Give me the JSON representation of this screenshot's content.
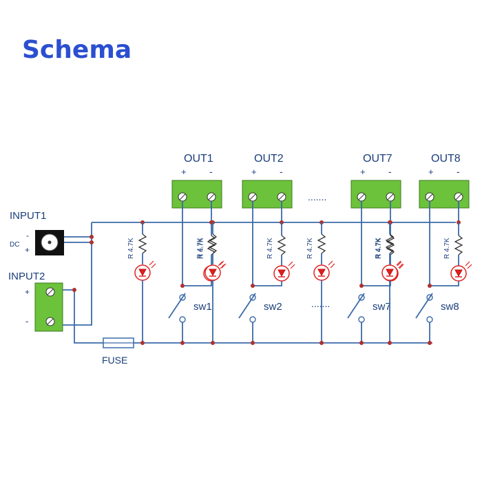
{
  "title": "Schema",
  "colors": {
    "title": "#2b4fd0",
    "wire": "#3a6aa8",
    "junction": "#b03030",
    "terminal": "#6cc23a",
    "led": "#e02020",
    "label": "#1a3d7a"
  },
  "inputs": {
    "input1_label": "INPUT1",
    "input1_type": "DC",
    "input1_minus": "-",
    "input1_plus": "+",
    "input2_label": "INPUT2",
    "input2_plus": "+",
    "input2_minus": "-"
  },
  "fuse_label": "FUSE",
  "resistor_label": "R 4.7K",
  "ellipsis": ".......",
  "channels": [
    {
      "out": "OUT1",
      "plus": "+",
      "minus": "-",
      "switch": "sw1"
    },
    {
      "out": "OUT2",
      "plus": "+",
      "minus": "-",
      "switch": "sw2"
    },
    {
      "out": "OUT7",
      "plus": "+",
      "minus": "-",
      "switch": "sw7"
    },
    {
      "out": "OUT8",
      "plus": "+",
      "minus": "-",
      "switch": "sw8"
    }
  ]
}
